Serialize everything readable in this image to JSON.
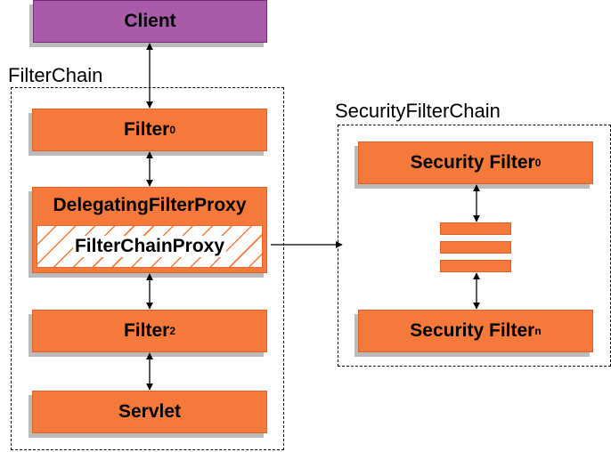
{
  "client": {
    "label": "Client"
  },
  "filter_chain": {
    "label": "FilterChain",
    "filter0": {
      "label": "Filter",
      "subscript": "0"
    },
    "delegating": {
      "label": "DelegatingFilterProxy"
    },
    "filter_chain_proxy": {
      "label": "FilterChainProxy"
    },
    "filter2": {
      "label": "Filter",
      "subscript": "2"
    },
    "servlet": {
      "label": "Servlet"
    }
  },
  "security_filter_chain": {
    "label": "SecurityFilterChain",
    "filter0": {
      "label": "Security Filter",
      "subscript": "0"
    },
    "filtern": {
      "label": "Security Filter",
      "subscript": "n"
    }
  },
  "colors": {
    "filter_fill": "#f4793b",
    "client_fill": "#a75ba8",
    "border": "#000000"
  }
}
